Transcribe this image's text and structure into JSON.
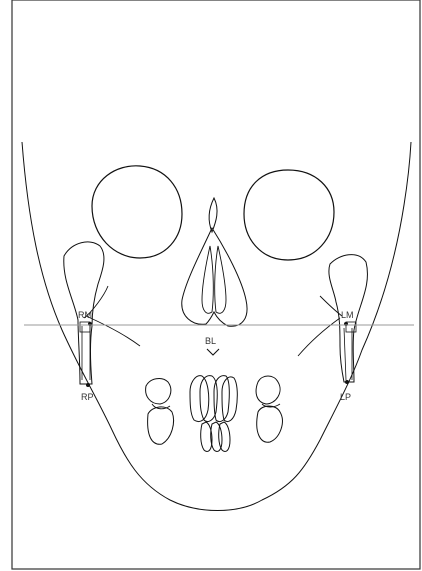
{
  "labels": {
    "right_m": "RM",
    "left_m": "LM",
    "right_p": "RP",
    "left_p": "LP",
    "baseline": "BL"
  },
  "colors": {
    "line": "#111111",
    "reference_line": "#999999",
    "border": "#333333"
  }
}
